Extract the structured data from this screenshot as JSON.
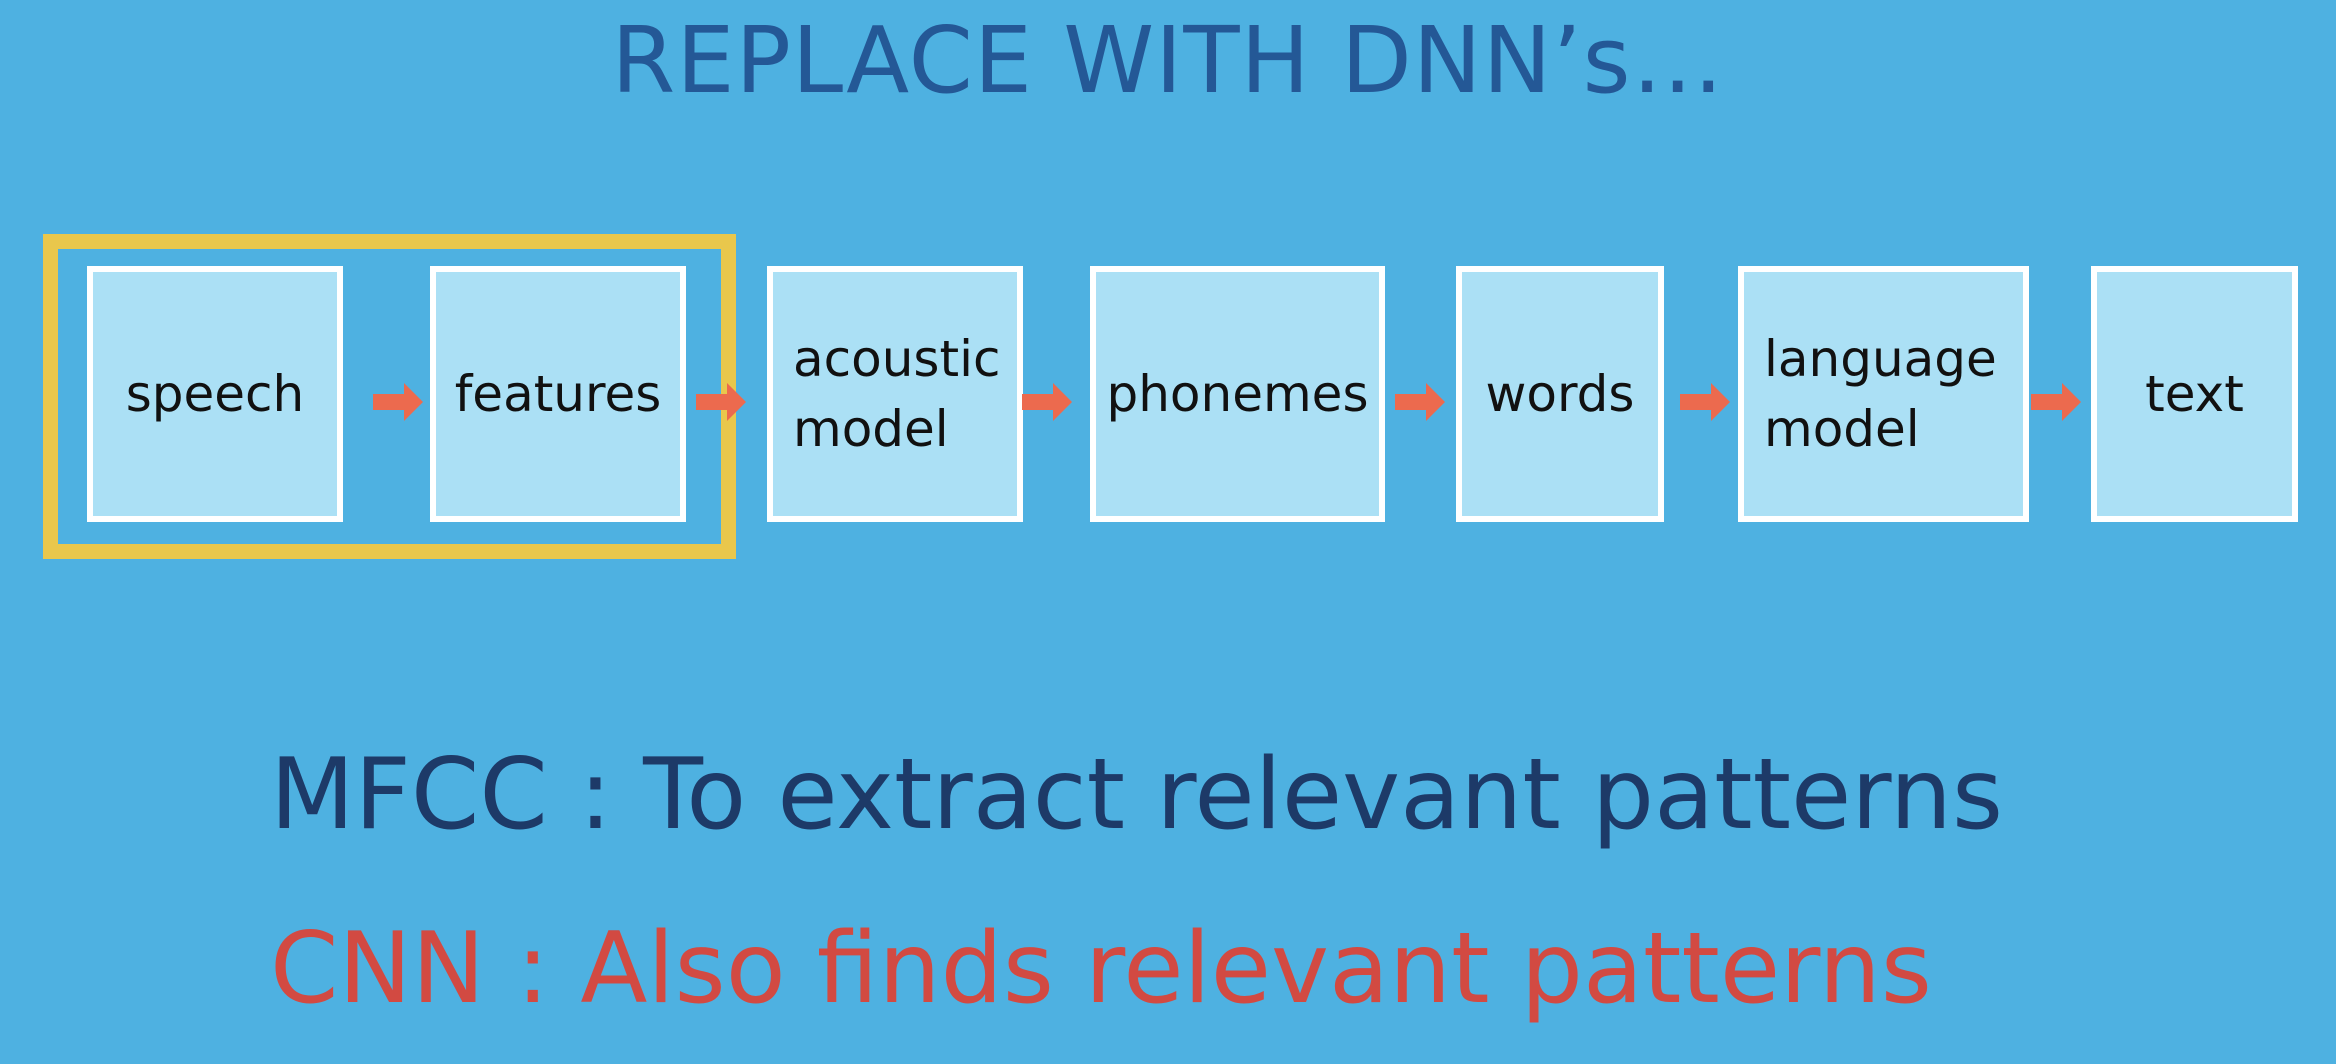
{
  "title": "REPLACE WITH DNN’s…",
  "pipeline": {
    "stages": [
      {
        "id": "speech",
        "lines": [
          "speech"
        ]
      },
      {
        "id": "features",
        "lines": [
          "features"
        ]
      },
      {
        "id": "acoustic-model",
        "lines": [
          "acoustic",
          "model"
        ]
      },
      {
        "id": "phonemes",
        "lines": [
          "phonemes"
        ]
      },
      {
        "id": "words",
        "lines": [
          "words"
        ]
      },
      {
        "id": "language-model",
        "lines": [
          "language",
          "model"
        ]
      },
      {
        "id": "text",
        "lines": [
          "text"
        ]
      }
    ],
    "highlighted_stages": [
      "speech",
      "features"
    ]
  },
  "captions": {
    "mfcc": "MFCC : To extract relevant patterns",
    "cnn": "CNN : Also finds relevant patterns"
  },
  "colors": {
    "background": "#4eb1e1",
    "title": "#245896",
    "box_fill": "#abe0f5",
    "box_border": "#ffffff",
    "highlight": "#e9c74c",
    "arrow": "#ec6a4e",
    "mfcc_text": "#1d3a68",
    "cnn_text": "#d24a42"
  }
}
